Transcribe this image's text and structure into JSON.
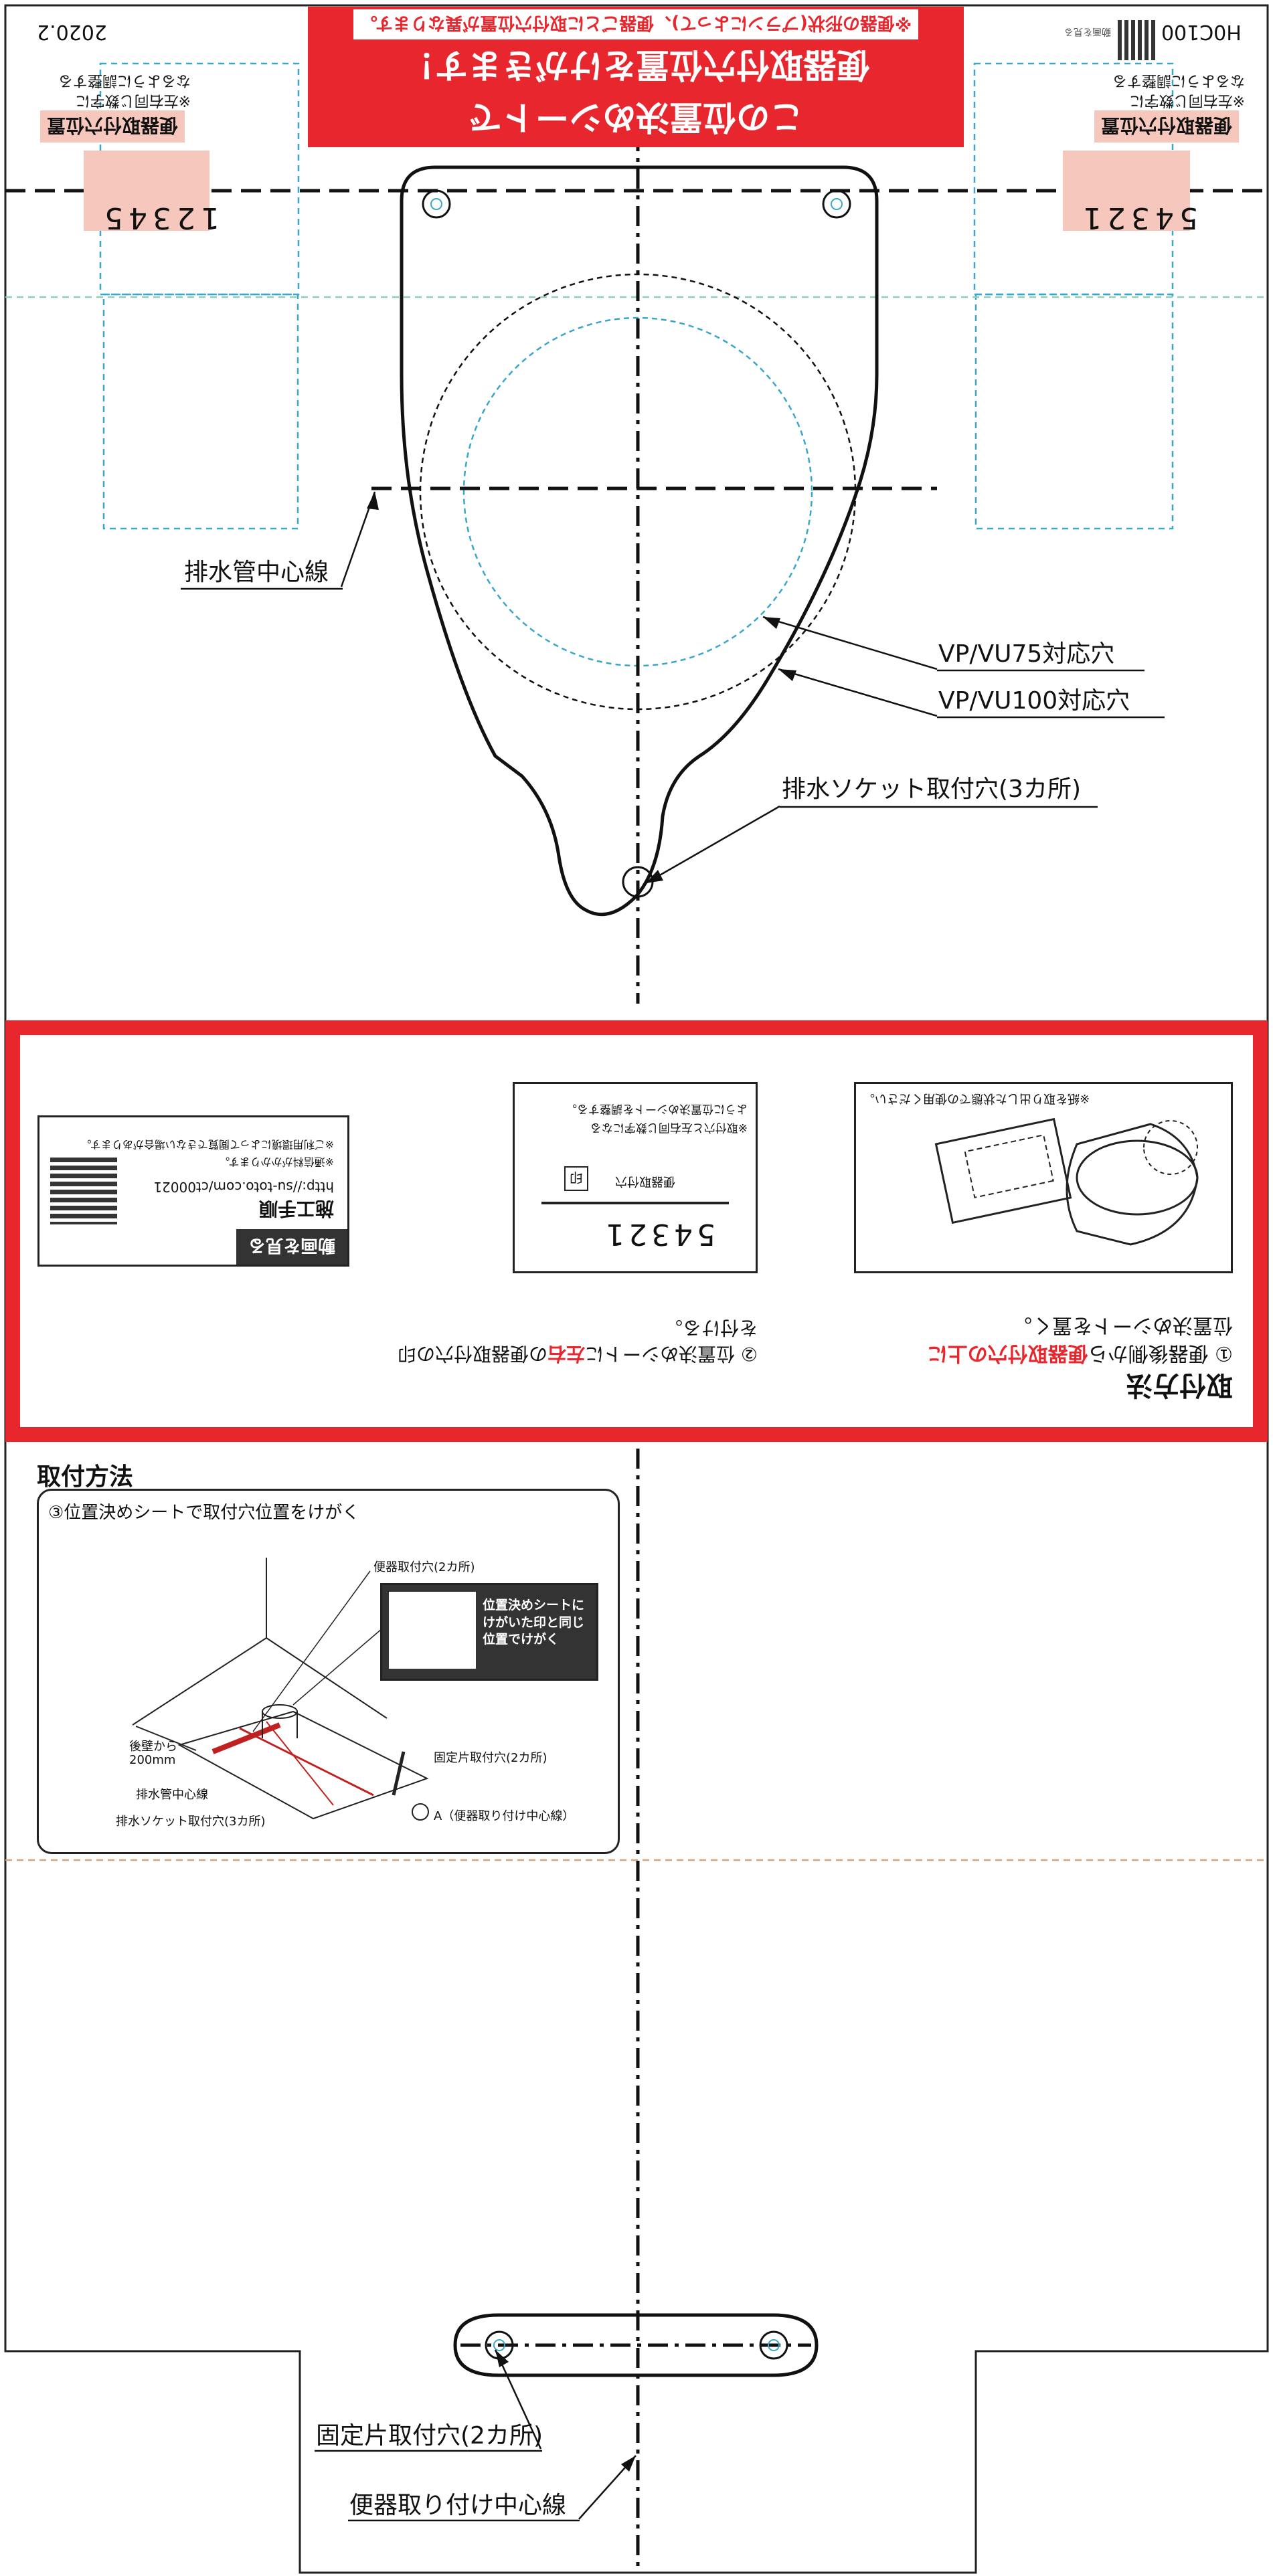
{
  "top": {
    "model": "H0C100",
    "date": "2020.2",
    "tiny_label": "動画を見る",
    "banner": {
      "line1": "この位置決めシートで",
      "line2": "便器取付穴位置をけがきます！",
      "note": "※便器の形状(プランによって)、便器ごとに取付穴位置が異なります。"
    },
    "left_marker": {
      "title": "便器取付穴位置",
      "note1": "※左右同じ数字に",
      "note2": "なるように調整する",
      "digits": "12345"
    },
    "right_marker": {
      "title": "便器取付穴位置",
      "note1": "※左右同じ数字に",
      "note2": "なるように調整する",
      "digits": "54321"
    }
  },
  "callouts": {
    "drain_center": "排水管中心線",
    "vp75": "VP/VU75対応穴",
    "vp100": "VP/VU100対応穴",
    "socket": "排水ソケット取付穴(3カ所)"
  },
  "band": {
    "heading": "取付方法",
    "step1": "① 便器後側から便器取付穴の上に位置決めシートを置く。",
    "step1_pre": "① 便器後側から",
    "step1_red": "便器取付穴の上に",
    "step1_post": "位置決めシートを置く。",
    "step2_pre": "② 位置決めシートに",
    "step2_red": "左右",
    "step2_post": "の便器取付穴の印を付ける。",
    "step1_note": "※紙を取り出した状態での使用ください。",
    "step2_note1": "※取付穴と左右同じ数字になる",
    "step2_note2": "ように位置決めシートを調整する。",
    "step2_mark": "印",
    "step2_hole": "便器取付穴",
    "step2_digits": "54321",
    "video_label": "動画を見る",
    "video_title": "施工手順",
    "video_url": "http://su-toto.com/ct00021",
    "video_note1": "※通信料がかかります。",
    "video_note2": "※ご利用環境によって閲覧できない場合があります。"
  },
  "method": {
    "title": "取付方法",
    "step3": "③位置決めシートで取付穴位置をけがく",
    "lbl_toilet_holes": "便器取付穴(2カ所)",
    "lbl_inset": "位置決めシートに けがいた印と同じ 位置でけがく",
    "lbl_inset_1": "位置決めシートに",
    "lbl_inset_2": "けがいた印と同じ",
    "lbl_inset_3": "位置でけがく",
    "lbl_wall": "後壁から",
    "lbl_200": "200mm",
    "lbl_drain": "排水管中心線",
    "lbl_socket": "排水ソケット取付穴(3カ所)",
    "lbl_fix": "固定片取付穴(2カ所)",
    "lbl_a": "A（便器取り付け中心線）"
  },
  "bottom": {
    "fix_holes": "固定片取付穴(2カ所)",
    "center_line": "便器取り付け中心線"
  },
  "colors": {
    "red": "#e8262d",
    "pink": "#f6c8bd",
    "cyan": "#3aa7c9",
    "teal": "#8ccfc2",
    "tan": "#d9a37a"
  }
}
